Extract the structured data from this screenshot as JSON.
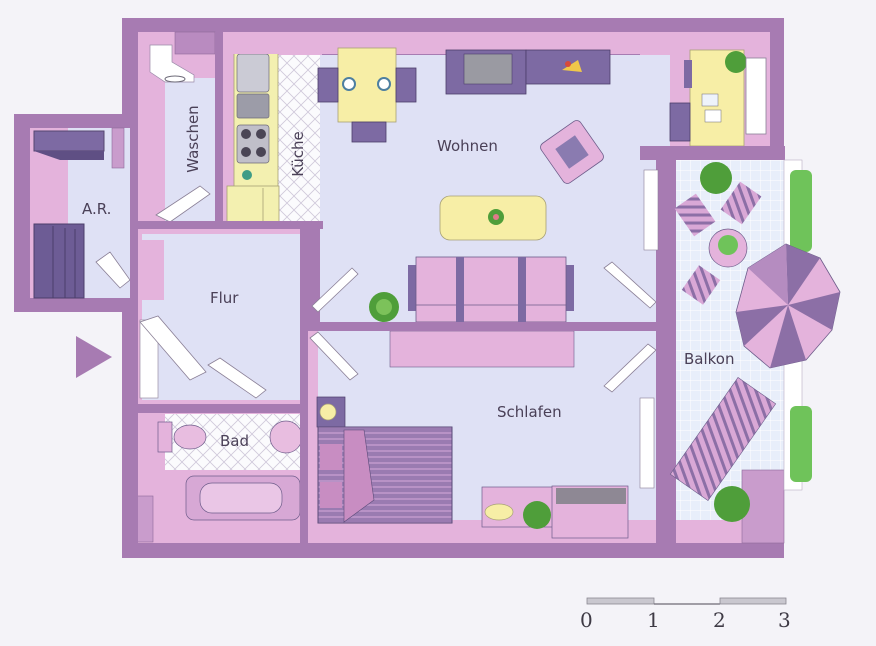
{
  "floorplan": {
    "title": "",
    "rooms": [
      {
        "id": "ar",
        "label": "A.R."
      },
      {
        "id": "waschen",
        "label": "Waschen"
      },
      {
        "id": "kueche",
        "label": "Küche"
      },
      {
        "id": "wohnen",
        "label": "Wohnen"
      },
      {
        "id": "flur",
        "label": "Flur"
      },
      {
        "id": "bad",
        "label": "Bad"
      },
      {
        "id": "schlafen",
        "label": "Schlafen"
      },
      {
        "id": "balkon",
        "label": "Balkon"
      }
    ],
    "entrance_marker": "entrance-arrow",
    "colors": {
      "outer_wall": "#a77bb2",
      "inner_wall": "#c99ccc",
      "floor": "#dfe1f5",
      "furniture_pink": "#e4b3dc",
      "furniture_purple": "#7d6aa3",
      "table_yellow": "#f7eea6",
      "kitchen_yellow": "#f3f0b0",
      "plant_green": "#4f9e3a",
      "balcony_tile": "#e6eef9"
    }
  },
  "scale_bar": {
    "unit_labels": [
      "0",
      "1",
      "2",
      "3"
    ]
  }
}
